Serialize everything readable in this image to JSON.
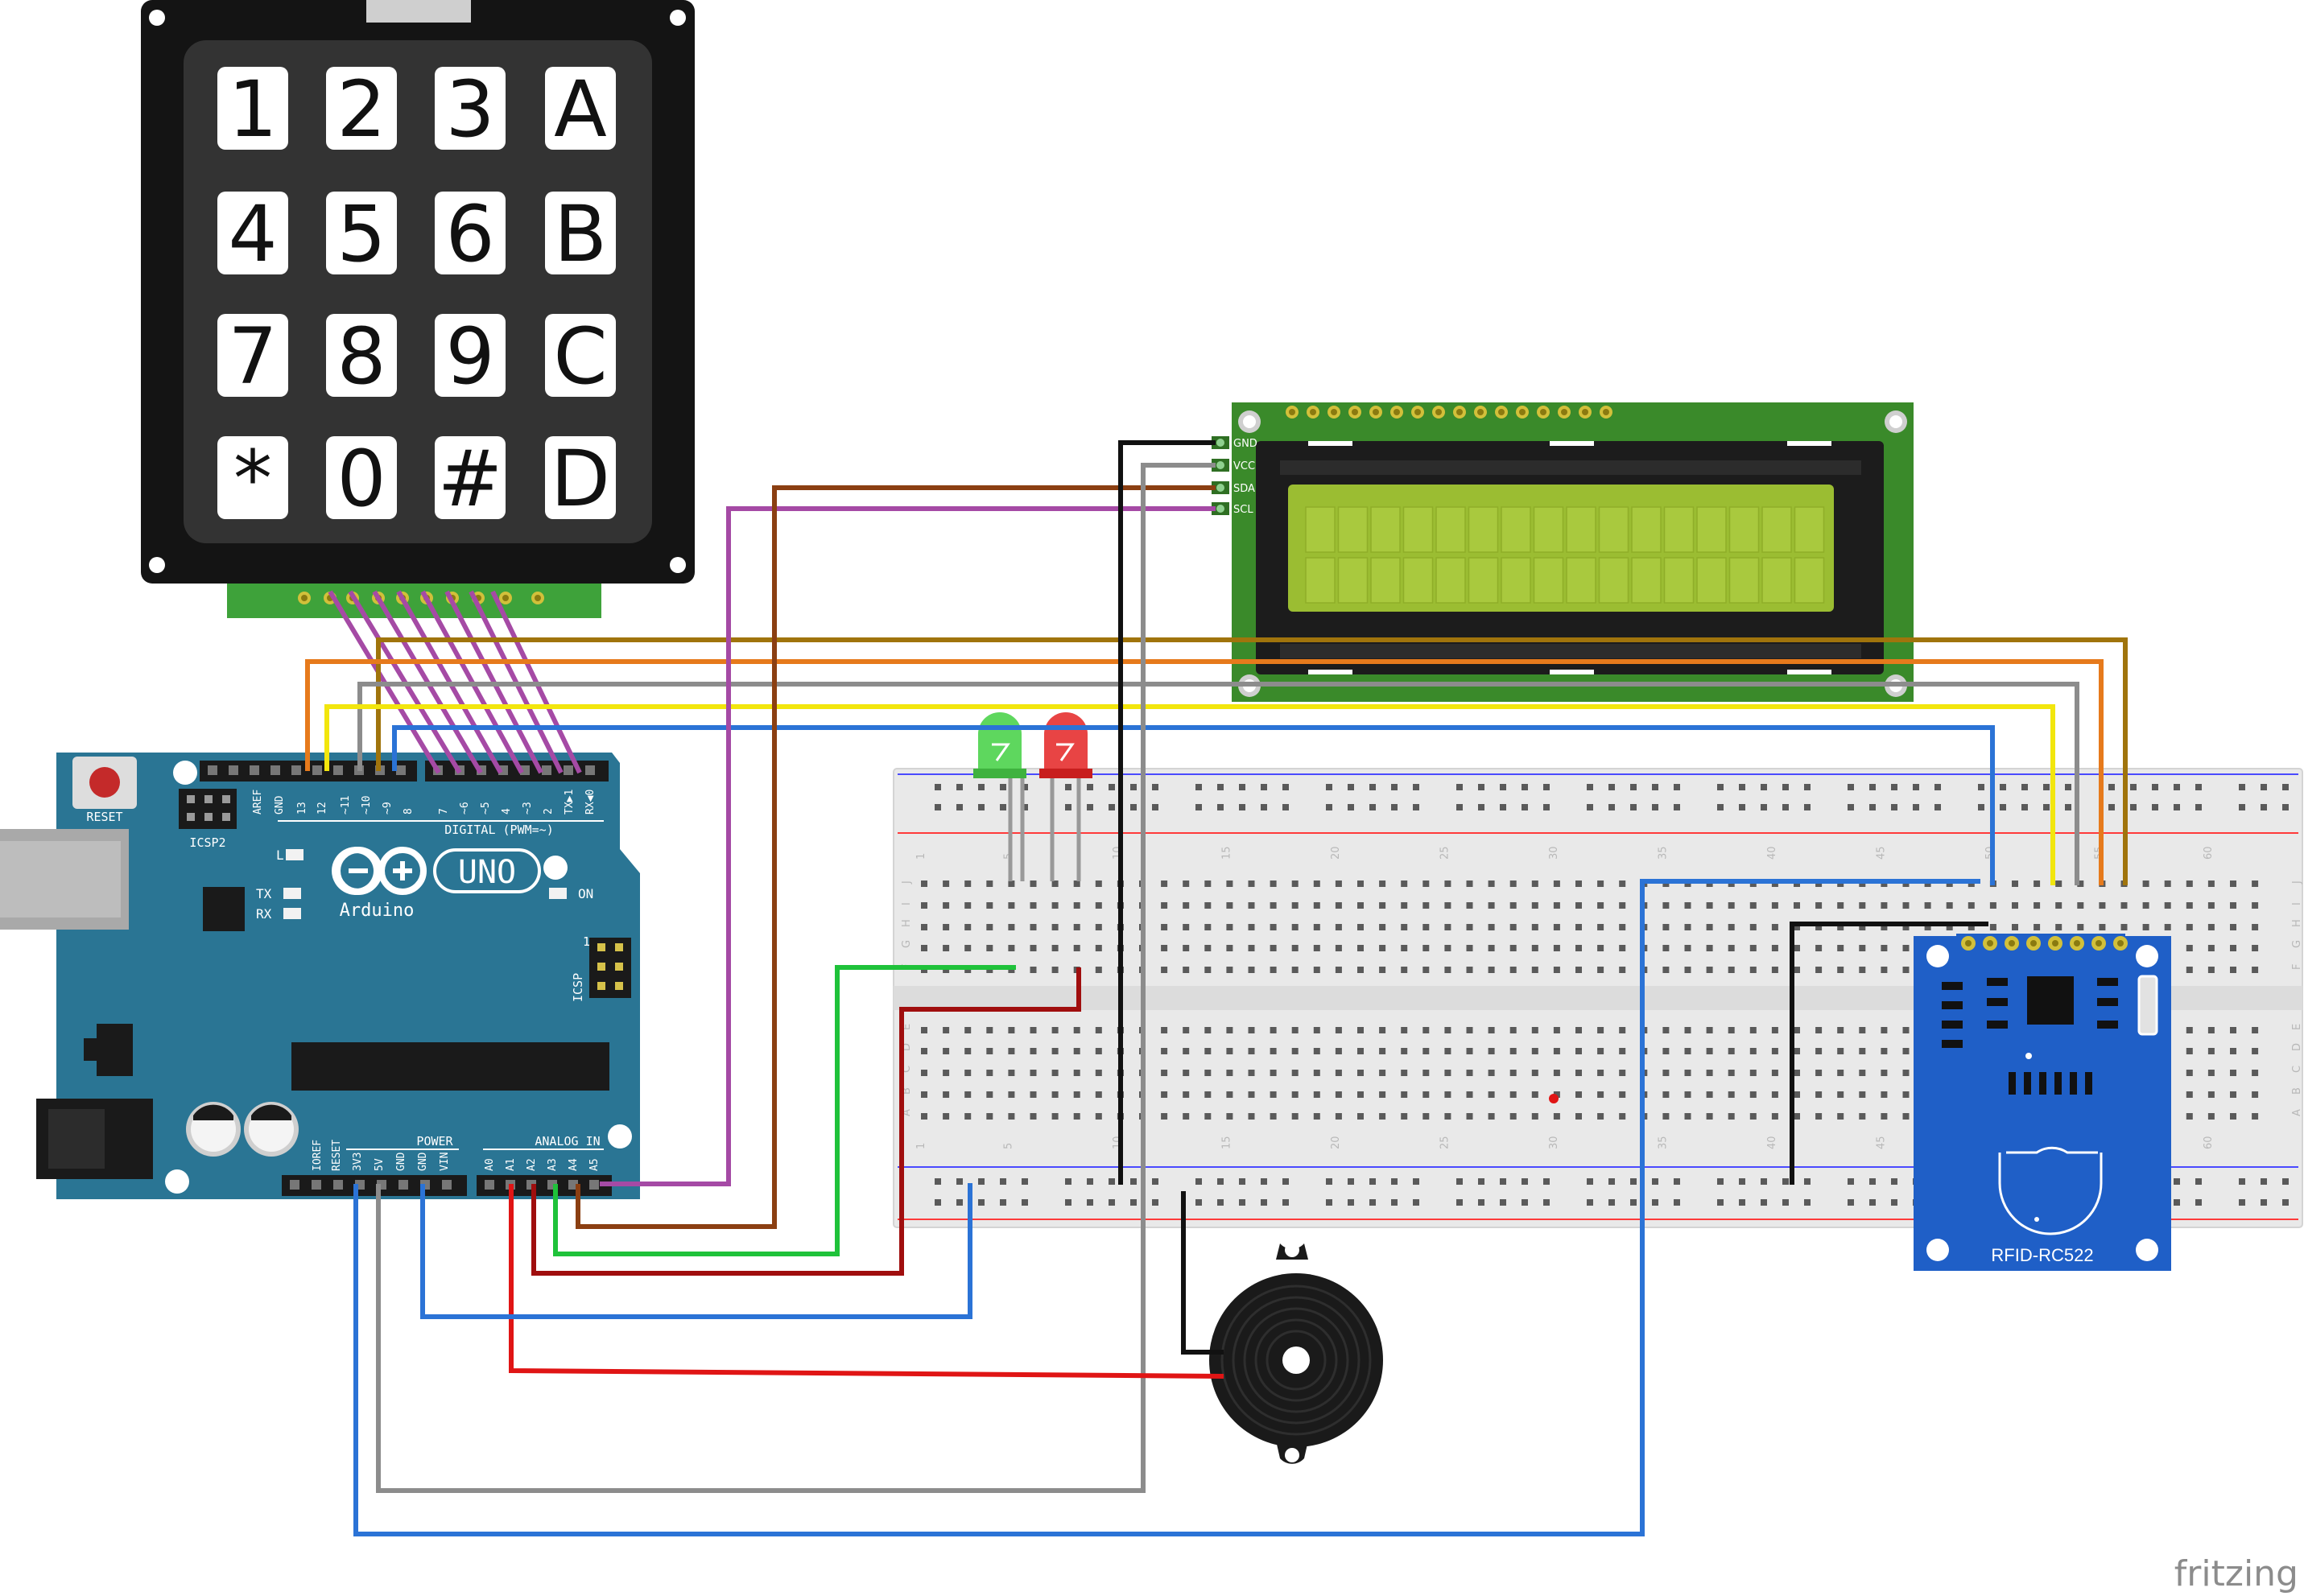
{
  "keypad": {
    "keys": [
      "1",
      "2",
      "3",
      "A",
      "4",
      "5",
      "6",
      "B",
      "7",
      "8",
      "9",
      "C",
      "*",
      "0",
      "#",
      "D"
    ]
  },
  "arduino": {
    "reset_label": "RESET",
    "icsp2_label": "ICSP2",
    "icsp_label": "ICSP",
    "icsp_pin1": "1",
    "aref": "AREF",
    "gnd_top": "GND",
    "digital_pins": [
      "13",
      "12",
      "~11",
      "~10",
      "~9",
      "8",
      "7",
      "~6",
      "~5",
      "4",
      "~3",
      "2",
      "TX▶1",
      "RX◀0"
    ],
    "digital_label": "DIGITAL (PWM=~)",
    "brand": "Arduino",
    "model": "UNO",
    "led_l": "L",
    "led_tx": "TX",
    "led_rx": "RX",
    "led_on": "ON",
    "power_pins": [
      "IOREF",
      "RESET",
      "3V3",
      "5V",
      "GND",
      "GND",
      "VIN"
    ],
    "power_label": "POWER",
    "analog_pins": [
      "A0",
      "A1",
      "A2",
      "A3",
      "A4",
      "A5"
    ],
    "analog_label": "ANALOG IN"
  },
  "lcd": {
    "pins": [
      "GND",
      "VCC",
      "SDA",
      "SCL"
    ]
  },
  "breadboard": {
    "column_numbers": [
      "1",
      "5",
      "10",
      "15",
      "20",
      "25",
      "30",
      "35",
      "40",
      "45",
      "50",
      "55",
      "60"
    ],
    "row_letters_top": [
      "J",
      "I",
      "H",
      "G",
      "F"
    ],
    "row_letters_bottom": [
      "E",
      "D",
      "C",
      "B",
      "A"
    ]
  },
  "rfid": {
    "label": "RFID-RC522"
  },
  "watermark": "fritzing",
  "colors": {
    "arduino": "#2a7594",
    "lcd_board": "#3a8a2a",
    "lcd_screen": "#9bbd32",
    "rfid_board": "#1f5fc7",
    "keypad_body": "#141414",
    "wire_blue": "#2b73d6",
    "wire_brown": "#8b3f12",
    "wire_purple": "#a54aa5",
    "wire_orange": "#e67a1c",
    "wire_yellow": "#f2e60d",
    "wire_gray": "#8c8c8c",
    "wire_black": "#111111",
    "wire_green": "#1fc23a",
    "wire_red": "#e01515",
    "wire_darkred": "#a00e0e",
    "wire_gold": "#a0740c"
  }
}
